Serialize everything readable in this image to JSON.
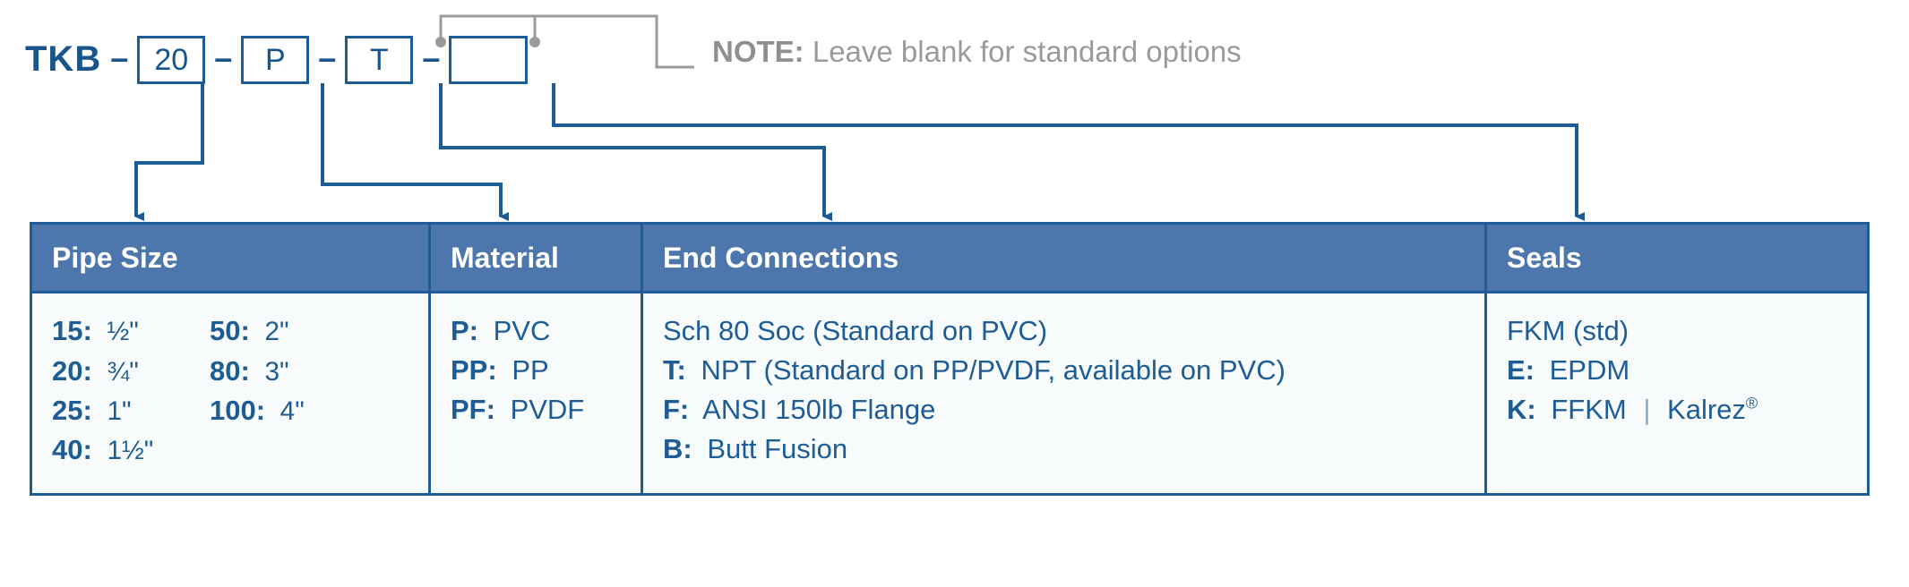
{
  "part_number": {
    "prefix": "TKB",
    "separator": "–",
    "segments": [
      {
        "name": "pipe-size",
        "value": "20"
      },
      {
        "name": "material",
        "value": "P"
      },
      {
        "name": "end-connection",
        "value": "T"
      },
      {
        "name": "seals",
        "value": ""
      }
    ]
  },
  "note": {
    "keyword": "NOTE:",
    "text": "Leave blank for standard options"
  },
  "table": {
    "headers": {
      "pipe_size": "Pipe Size",
      "material": "Material",
      "end_connections": "End Connections",
      "seals": "Seals"
    },
    "pipe_size": {
      "left": [
        {
          "code": "15:",
          "value": "½\""
        },
        {
          "code": "20:",
          "value": "¾\""
        },
        {
          "code": "25:",
          "value": "1\""
        },
        {
          "code": "40:",
          "value": "1½\""
        }
      ],
      "right": [
        {
          "code": "50:",
          "value": "2\""
        },
        {
          "code": "80:",
          "value": "3\""
        },
        {
          "code": "100:",
          "value": "4\""
        }
      ]
    },
    "material": [
      {
        "code": "P:",
        "value": "PVC"
      },
      {
        "code": "PP:",
        "value": "PP"
      },
      {
        "code": "PF:",
        "value": "PVDF"
      }
    ],
    "end_connections": [
      {
        "code": "",
        "value": "Sch 80 Soc (Standard on PVC)"
      },
      {
        "code": "T:",
        "value": "NPT (Standard on PP/PVDF, available on PVC)"
      },
      {
        "code": "F:",
        "value": "ANSI 150lb Flange"
      },
      {
        "code": "B:",
        "value": "Butt Fusion"
      }
    ],
    "seals": [
      {
        "code": "",
        "value": "FKM (std)"
      },
      {
        "code": "E:",
        "value": "EPDM"
      },
      {
        "code": "K:",
        "value": "FFKM",
        "separator": "|",
        "value2": "Kalrez",
        "mark": "®"
      }
    ]
  },
  "colors": {
    "header_fill": "#4c76ac",
    "border": "#1d5c94",
    "text_blue": "#18558c",
    "note_gray": "#9a9a9a",
    "body_fill": "#f8fbfc"
  }
}
